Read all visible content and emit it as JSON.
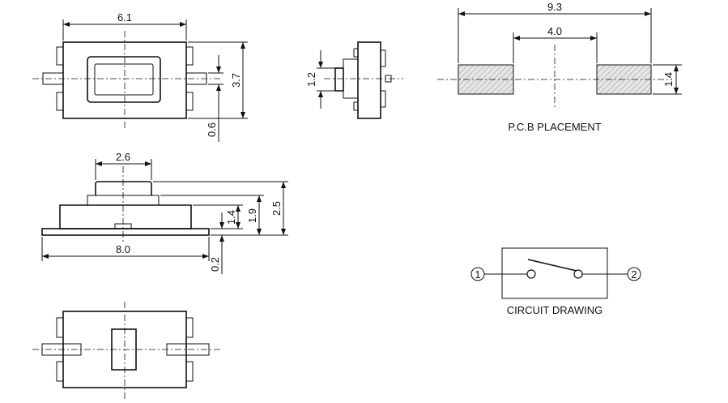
{
  "top_view": {
    "width_label": "6.1",
    "height_label": "3.7",
    "terminal_label": "0.6"
  },
  "side_view": {
    "height_label": "1.2"
  },
  "front_view": {
    "actuator_label": "2.6",
    "length_label": "8.0",
    "h_label_1": "1.4",
    "h_label_2": "1.9",
    "h_label_3": "2.5",
    "base_label": "0.2"
  },
  "pcb": {
    "overall_label": "9.3",
    "gap_label": "4.0",
    "pad_label": "1.4",
    "caption": "P.C.B PLACEMENT"
  },
  "circuit": {
    "pin1_label": "1",
    "pin2_label": "2",
    "caption": "CIRCUIT DRAWING"
  }
}
